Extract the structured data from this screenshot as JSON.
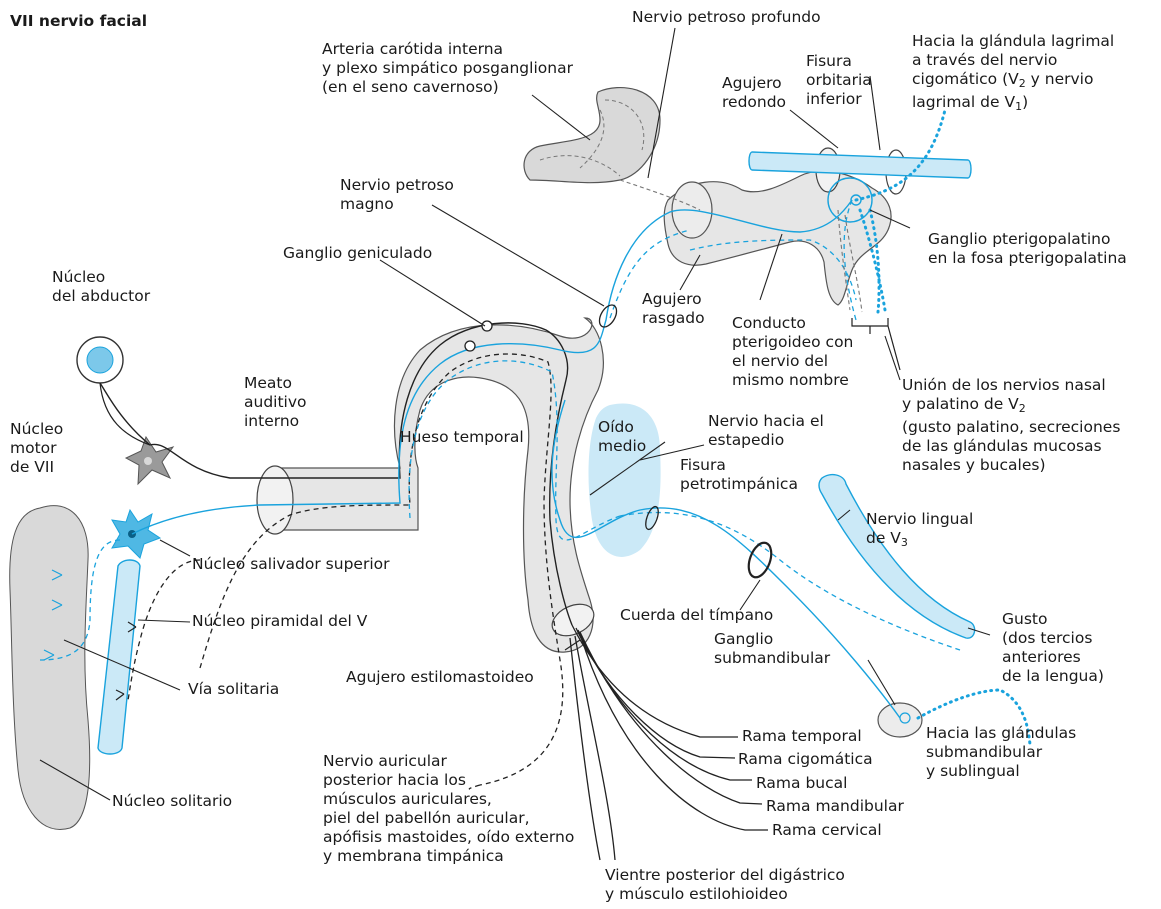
{
  "title": "VII nervio facial",
  "colors": {
    "nerve_blue": "#1aa3dd",
    "light_blue_fill": "#cbe9f7",
    "gray_fill": "#d9d9d9",
    "light_gray_fill": "#ececec",
    "line_black": "#222222"
  },
  "labels": {
    "nervio_petroso_profundo": "Nervio petroso profundo",
    "arteria_carotida": "Arteria carótida interna\ny plexo simpático posganglionar\n(en el seno cavernoso)",
    "fisura_orbitaria": "Fisura\norbitaria\ninferior",
    "agujero_redondo": "Agujero\nredondo",
    "glandula_lagrimal_1": "Hacia la glándula lagrimal\na través del nervio\ncigomático (V",
    "glandula_lagrimal_sub2": "2",
    "glandula_lagrimal_2": " y nervio",
    "glandula_lagrimal_3": "lagrimal de V",
    "glandula_lagrimal_sub1": "1",
    "glandula_lagrimal_4": ")",
    "nervio_petroso_magno": "Nervio petroso\nmagno",
    "ganglio_pterigopalatino": "Ganglio pterigopalatino\nen la fosa pterigopalatina",
    "ganglio_geniculado": "Ganglio geniculado",
    "agujero_rasgado": "Agujero\nrasgado",
    "nucleo_abductor": "Núcleo\ndel abductor",
    "conducto_pterigoideo": "Conducto\npterigoideo con\nel nervio del\nmismo nombre",
    "meato_auditivo": "Meato\nauditivo\ninterno",
    "union_nervios_1": "Unión de los nervios nasal\ny palatino de V",
    "union_nervios_sub": "2",
    "union_nervios_2": "(gusto palatino, secreciones\nde las glándulas mucosas\nnasales y bucales)",
    "nucleo_motor": "Núcleo\nmotor\nde VII",
    "hueso_temporal": "Hueso temporal",
    "oido_medio": "Oído\nmedio",
    "nervio_estapedio": "Nervio hacia el\nestapedio",
    "fisura_petrotimpanica": "Fisura\npetrotimpánica",
    "nervio_lingual": "Nervio lingual\nde V",
    "nervio_lingual_sub": "3",
    "nucleo_salivador": "Núcleo salivador superior",
    "nucleo_piramidal": "Núcleo piramidal del V",
    "cuerda_timpano": "Cuerda del tímpano",
    "ganglio_submandibular": "Ganglio\nsubmandibular",
    "gusto": "Gusto\n(dos tercios\nanteriores\nde la lengua)",
    "via_solitaria": "Vía solitaria",
    "agujero_estilomastoideo": "Agujero estilomastoideo",
    "glandulas_submandibular": "Hacia las glándulas\nsubmandibular\ny sublingual",
    "rama_temporal": "Rama temporal",
    "rama_cigomatica": "Rama cigomática",
    "rama_bucal": "Rama bucal",
    "rama_mandibular": "Rama mandibular",
    "rama_cervical": "Rama cervical",
    "nervio_auricular": "Nervio auricular\nposterior hacia los\nmúsculos auriculares,\npiel del pabellón auricular,\napófisis mastoides, oído externo\ny membrana timpánica",
    "nucleo_solitario": "Núcleo solitario",
    "vientre_digastrico": "Vientre posterior del digástrico\ny músculo estilohioideo"
  }
}
